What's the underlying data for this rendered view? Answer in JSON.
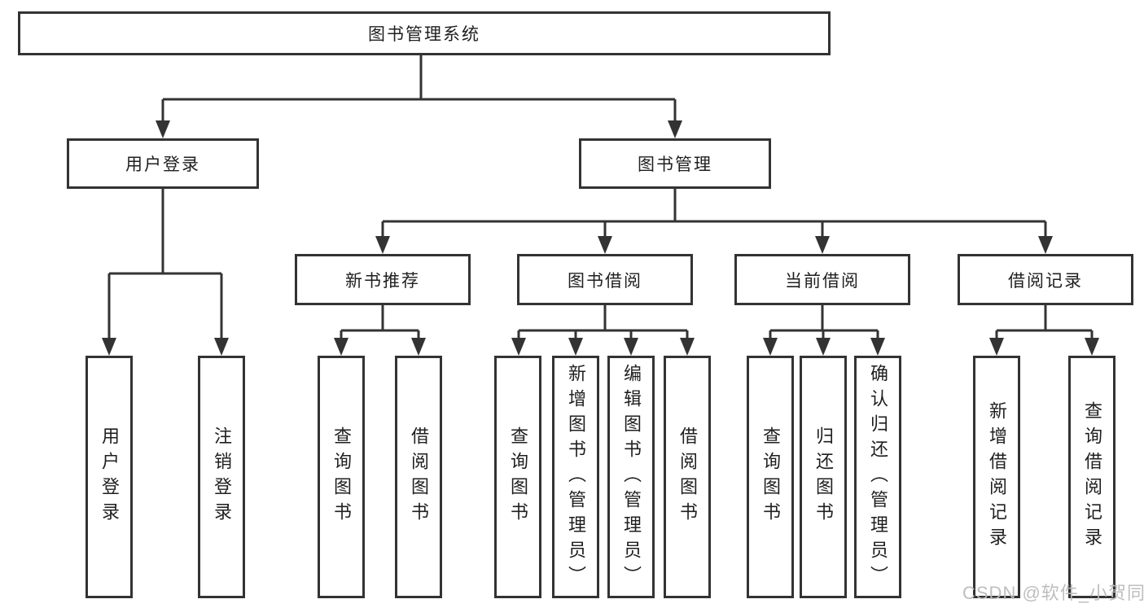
{
  "tree": {
    "label": "图书管理系统",
    "children": [
      {
        "label": "用户登录",
        "children": [
          {
            "label": "用户登录"
          },
          {
            "label": "注销登录"
          }
        ]
      },
      {
        "label": "图书管理",
        "children": [
          {
            "label": "新书推荐",
            "children": [
              {
                "label": "查询图书"
              },
              {
                "label": "借阅图书"
              }
            ]
          },
          {
            "label": "图书借阅",
            "children": [
              {
                "label": "查询图书"
              },
              {
                "label": "新增图书（管理员）"
              },
              {
                "label": "编辑图书（管理员）"
              },
              {
                "label": "借阅图书"
              }
            ]
          },
          {
            "label": "当前借阅",
            "children": [
              {
                "label": "查询图书"
              },
              {
                "label": "归还图书"
              },
              {
                "label": "确认归还（管理员）"
              }
            ]
          },
          {
            "label": "借阅记录",
            "children": [
              {
                "label": "新增借阅记录"
              },
              {
                "label": "查询借阅记录"
              }
            ]
          }
        ]
      }
    ]
  },
  "watermark": {
    "text": "CSDN @软件_小贺同学"
  },
  "colors": {
    "line": "#333333",
    "text": "#1f1f1f",
    "background": "#ffffff",
    "watermark": "#bababa"
  }
}
